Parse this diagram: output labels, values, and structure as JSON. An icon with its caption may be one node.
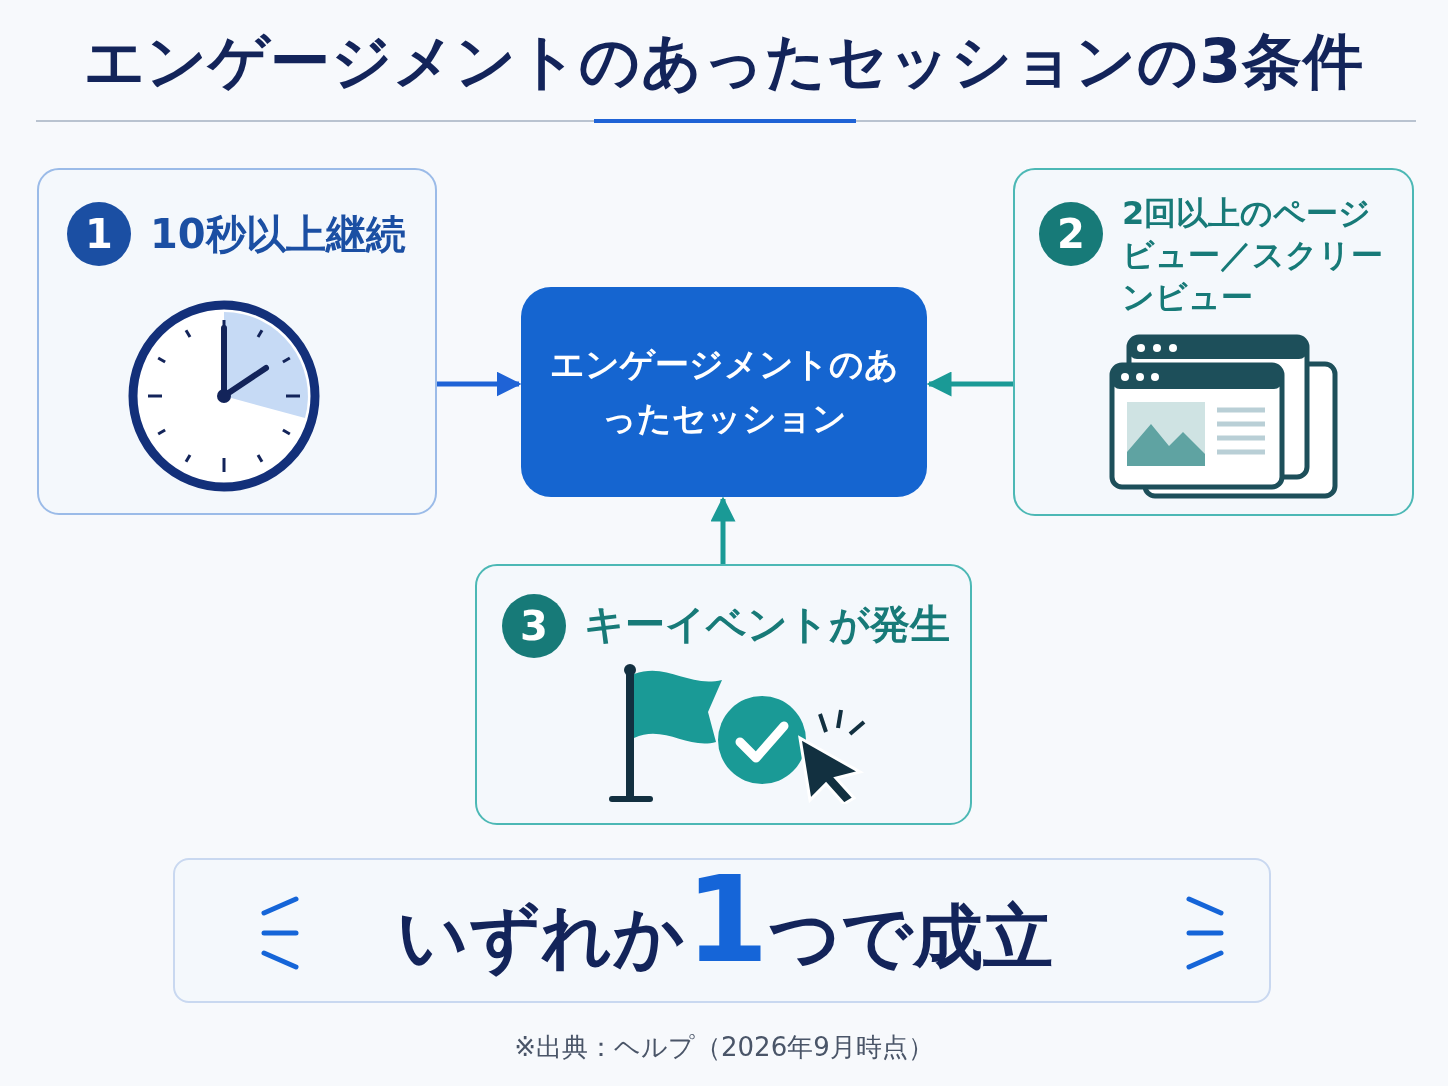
{
  "diagram": {
    "title": "エンゲージメントのあったセッションの3条件",
    "nodes": [
      {
        "text": [
          "1",
          "10秒以上継続"
        ]
      },
      {
        "text": [
          "エンゲージメントのあったセッション"
        ]
      },
      {
        "text": [
          "2",
          "2回以上のページビュー／スクリーンビュー"
        ]
      },
      {
        "text": [
          "3",
          "キーイベントが発生"
        ]
      },
      {
        "text": [
          "いずれか**1**つで成立"
        ]
      }
    ],
    "edges": [
      {
        "from": 0,
        "to": 1,
        "arrow": "to",
        "color": "#1f63d6"
      },
      {
        "from": 2,
        "to": 1,
        "arrow": "to"
      },
      {
        "from": 3,
        "to": 1,
        "arrow": "to"
      }
    ],
    "caption": "※出典：ヘルプ（2026年9月時点）"
  }
}
